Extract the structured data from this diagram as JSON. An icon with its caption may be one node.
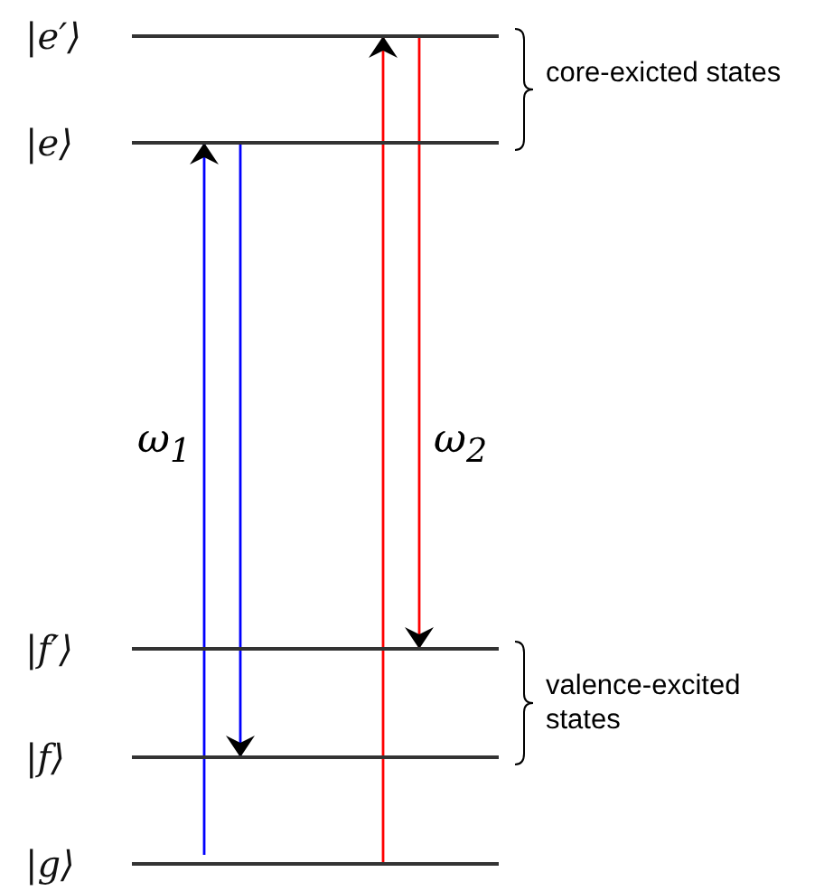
{
  "diagram": {
    "nodes": [
      {
        "text": [
          "|e′⟩"
        ]
      },
      {
        "text": [
          "|e⟩"
        ]
      },
      {
        "text": [
          "|f′⟩"
        ]
      },
      {
        "text": [
          "|f⟩"
        ]
      },
      {
        "text": [
          "|g⟩"
        ]
      }
    ],
    "edges": [
      {
        "from": 4,
        "to": 1,
        "arrow": "to",
        "label": "ω$_{1}$",
        "color": "#0000ff"
      },
      {
        "from": 1,
        "to": 3,
        "arrow": "to",
        "color": "#0000ff"
      },
      {
        "from": 4,
        "to": 0,
        "arrow": "to",
        "color": "#ff0000"
      },
      {
        "from": 0,
        "to": 2,
        "arrow": "to",
        "label": "ω$_{2}$",
        "color": "#ff0000"
      }
    ],
    "labels": [
      "core-exicted states",
      "valence-excited states"
    ]
  }
}
